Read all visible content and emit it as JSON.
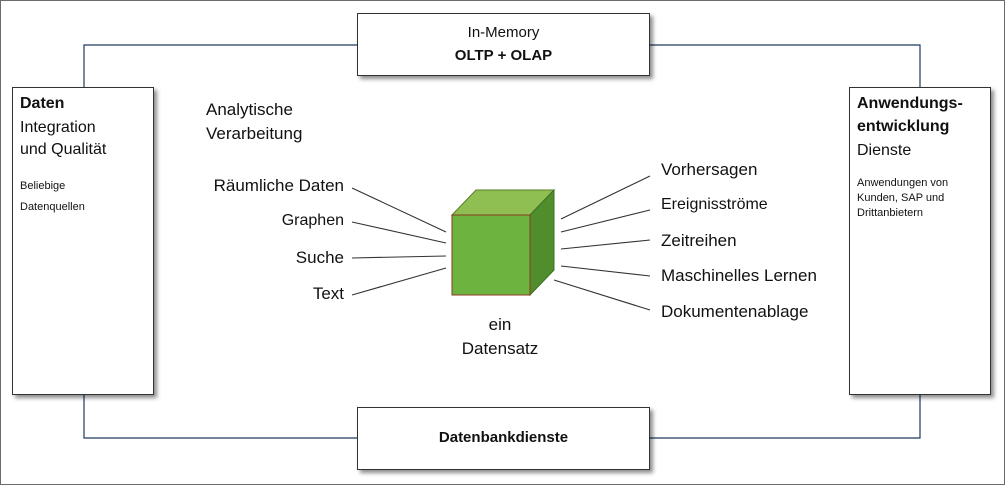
{
  "top_box": {
    "line1": "In-Memory",
    "line2": "OLTP + OLAP"
  },
  "bottom_box": {
    "label": "Datenbankdienste"
  },
  "left_panel": {
    "title": "Daten",
    "subtitle_line1": "Integration",
    "subtitle_line2": "und Qualität",
    "small_line1": "Beliebige",
    "small_line2": "Datenquellen",
    "icon": "cloud-database-icon"
  },
  "right_panel": {
    "title_line1": "Anwendungs-",
    "title_line2": "entwicklung",
    "subtitle": "Dienste",
    "small_line1": "Anwendungen von",
    "small_line2": "Kunden, SAP und",
    "small_line3": "Drittanbietern",
    "icons": [
      "smartphone-icon",
      "tablet-icon"
    ]
  },
  "analytics_heading": {
    "line1": "Analytische",
    "line2": "Verarbeitung"
  },
  "left_labels": [
    "Räumliche Daten",
    "Graphen",
    "Suche",
    "Text"
  ],
  "right_labels": [
    "Vorhersagen",
    "Ereignisströme",
    "Zeitreihen",
    "Maschinelles Lernen",
    "Dokumentenablage"
  ],
  "center": {
    "line1": "ein",
    "line2": "Datensatz",
    "icon": "cube-icon"
  },
  "colors": {
    "cube_front": "#6db33f",
    "cube_top": "#8fbf52",
    "cube_side": "#4f8d2d",
    "lines": "#333333"
  }
}
